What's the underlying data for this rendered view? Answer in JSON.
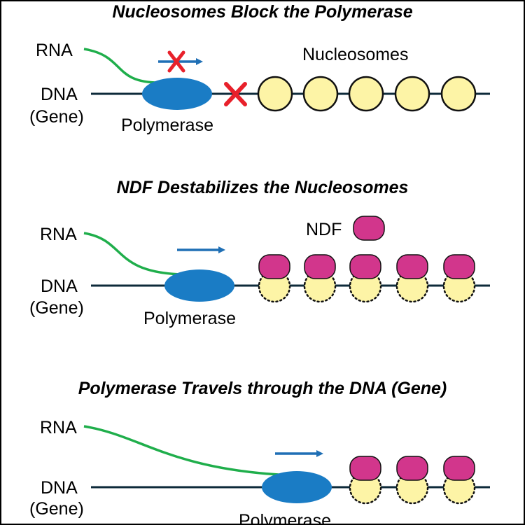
{
  "panels": [
    {
      "title": "Nucleosomes Block the Polymerase",
      "rna_label": "RNA",
      "dna_label": "DNA",
      "gene_label": "(Gene)",
      "polymerase_label": "Polymerase",
      "nucleosomes_label": "Nucleosomes",
      "nucleosome_count": 5,
      "movement": "blocked"
    },
    {
      "title": "NDF Destabilizes the Nucleosomes",
      "rna_label": "RNA",
      "dna_label": "DNA",
      "gene_label": "(Gene)",
      "polymerase_label": "Polymerase",
      "ndf_label": "NDF",
      "nucleosome_count": 5,
      "movement": "forward"
    },
    {
      "title": "Polymerase Travels through the DNA (Gene)",
      "rna_label": "RNA",
      "dna_label": "DNA",
      "gene_label": "(Gene)",
      "polymerase_label": "Polymerase",
      "nucleosome_count": 3,
      "movement": "forward"
    }
  ],
  "colors": {
    "dna": "#0d2a3a",
    "rna": "#1fae4b",
    "polymerase": "#1a7cc5",
    "arrow": "#1f6fb5",
    "block_x": "#e8212b",
    "nucleosome": "#fdf4a6",
    "ndf": "#d2368c"
  }
}
